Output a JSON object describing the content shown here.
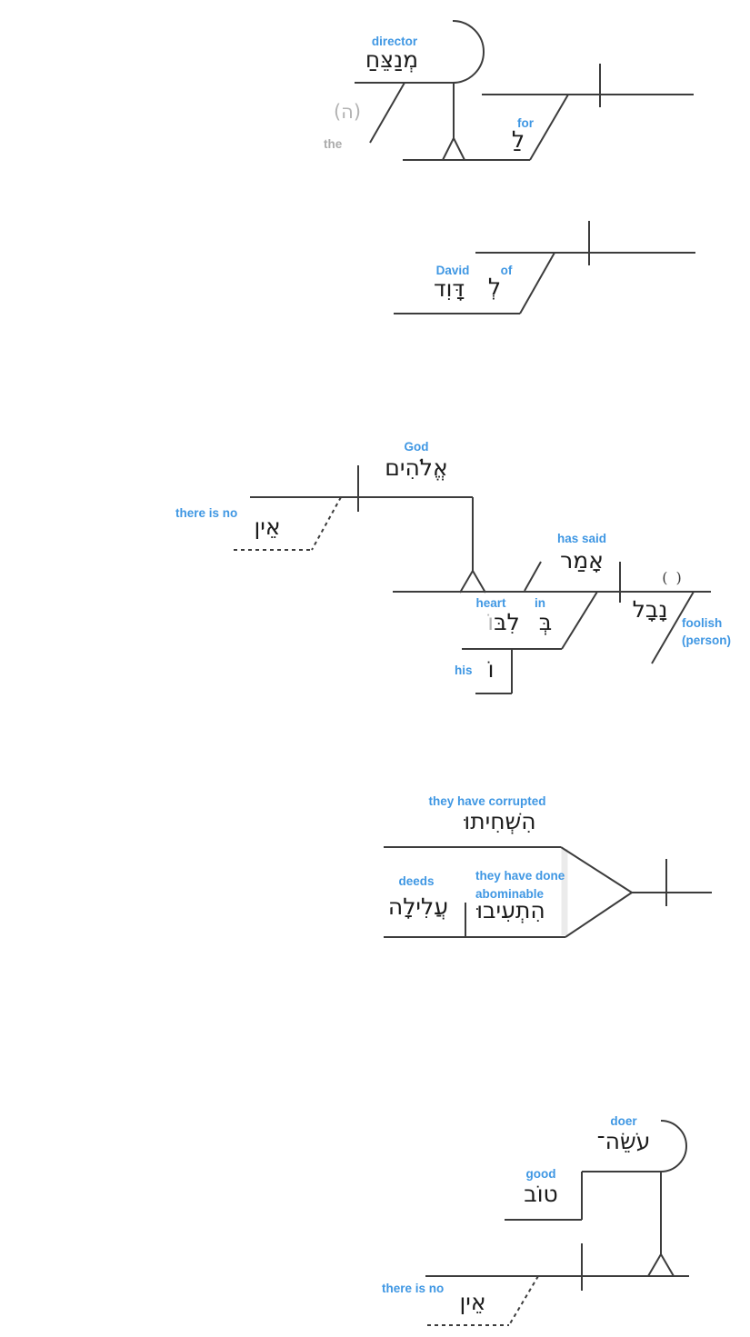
{
  "colors": {
    "gloss_blue": "#3F97E3",
    "line_dark": "#3C3C3C",
    "muted_gray": "#ABABAB",
    "band_gray": "#EBEBEB"
  },
  "clause1": {
    "director_gloss": "director",
    "menatseach": "מְנַצֵּחַ",
    "article_he": "(ה)",
    "the_gloss": "the",
    "for_gloss": "for",
    "lamed": "לַ"
  },
  "clause2": {
    "david_gloss": "David",
    "david": "דָּוִד",
    "of_gloss": "of",
    "lamed": "לְ"
  },
  "clause3": {
    "god_gloss": "God",
    "elohim": "אֱלֹהִים",
    "there_is_no_gloss": "there is no",
    "ein": "אֵין",
    "has_said_gloss": "has said",
    "amar": "אָמַר",
    "empty_slot": "( )",
    "naval": "נָבָל",
    "foolish_gloss": "foolish",
    "person_gloss": "(person)",
    "heart_gloss": "heart",
    "lev_stem": "לִבּ",
    "lev_suffix": "וֹ",
    "in_gloss": "in",
    "bet": "בְּ",
    "his_gloss": "his",
    "vav_suffix": "וֹ"
  },
  "clause4": {
    "corrupted_gloss": "they have corrupted",
    "hishchitu": "הִשְׁחִיתוּ",
    "deeds_gloss": "deeds",
    "alilah": "עֲלִילָה",
    "done_gloss": "they have done",
    "abominable_gloss": "abominable",
    "hitivu": "הִתְעִיבוּ"
  },
  "clause5": {
    "doer_gloss": "doer",
    "oseh": "עֹשֵׂה־",
    "good_gloss": "good",
    "tov": "טוֹב",
    "there_is_no_gloss": "there is no",
    "ein": "אֵין"
  }
}
